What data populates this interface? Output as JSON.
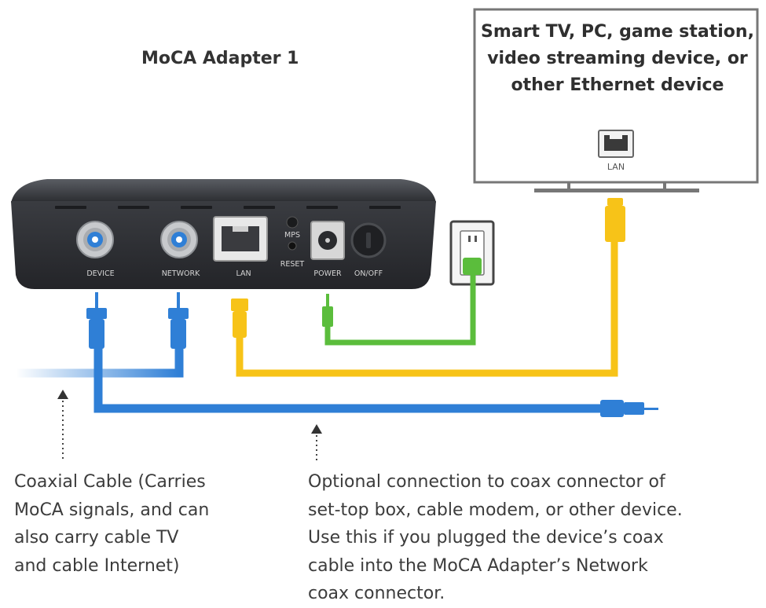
{
  "title": "MoCA Adapter 1",
  "tv_label_lines": [
    "Smart TV, PC, game station,",
    "video streaming device, or",
    "other Ethernet device"
  ],
  "tv_port_label": "LAN",
  "ports": {
    "device": "DEVICE",
    "network": "NETWORK",
    "lan": "LAN",
    "mps": "MPS",
    "reset": "RESET",
    "power": "POWER",
    "onoff": "ON/OFF"
  },
  "captions": {
    "coax_cable": [
      "Coaxial Cable (Carries",
      "MoCA signals, and can",
      "also carry cable TV",
      "and cable Internet)"
    ],
    "optional_connection": [
      "Optional connection to coax connector of",
      "set-top box, cable modem, or other device.",
      "Use this if you plugged the device’s coax",
      "cable into the MoCA Adapter’s Network",
      "coax connector."
    ]
  },
  "colors": {
    "coax_cable": "#2f7fd6",
    "ethernet_cable": "#f7c318",
    "power_cable": "#5bbd3c",
    "adapter_body": "#2c2e32",
    "tv_frame": "#7a7a7a"
  },
  "icons": [
    "tv-lan-port-icon",
    "power-outlet-icon",
    "arrow-up-icon"
  ]
}
